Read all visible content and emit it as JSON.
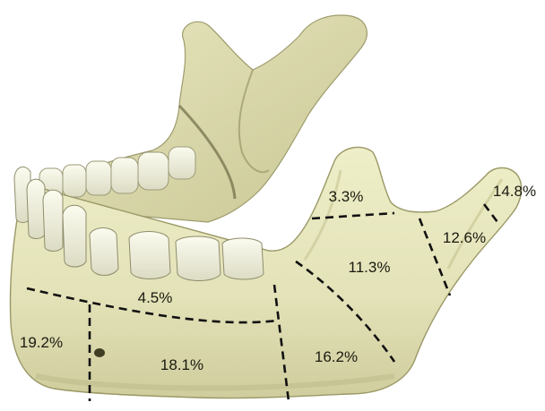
{
  "figure": {
    "subject": "mandible",
    "bone_color": "#e6e6bf",
    "shadow_color": "#b9b88a",
    "tooth_color": "#f4f4e2",
    "divider_color": "#111111",
    "regions": [
      {
        "id": "coronoid",
        "label": "3.3%"
      },
      {
        "id": "condyle",
        "label": "14.8%"
      },
      {
        "id": "condylar-neck",
        "label": "12.6%"
      },
      {
        "id": "ramus-upper",
        "label": "11.3%"
      },
      {
        "id": "alveolar",
        "label": "4.5%"
      },
      {
        "id": "symphysis",
        "label": "19.2%"
      },
      {
        "id": "body",
        "label": "18.1%"
      },
      {
        "id": "angle",
        "label": "16.2%"
      }
    ]
  }
}
